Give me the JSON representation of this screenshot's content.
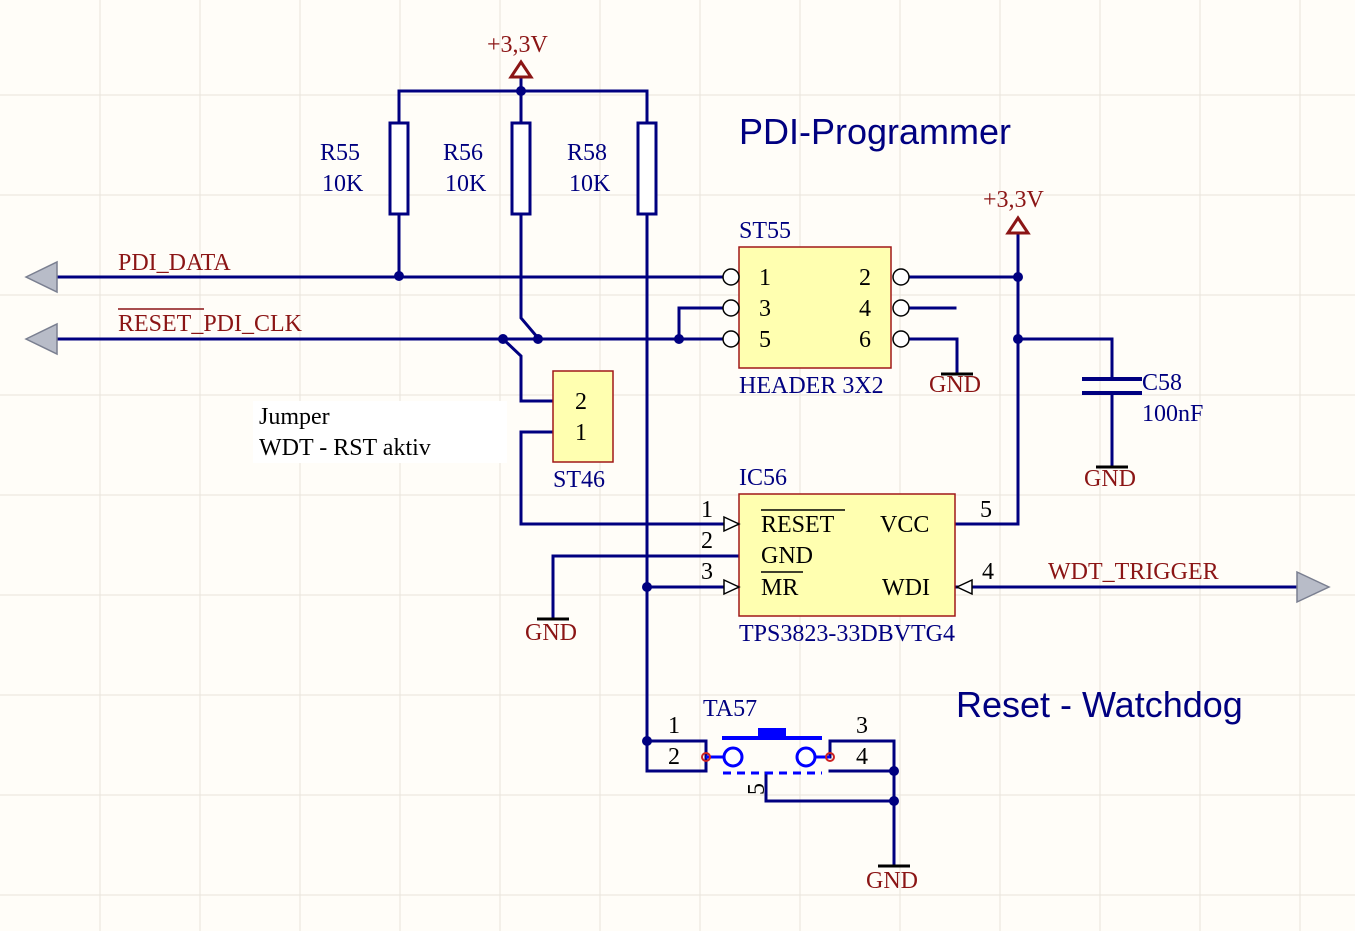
{
  "sections": {
    "programmer_title": "PDI-Programmer",
    "watchdog_title": "Reset - Watchdog"
  },
  "power": {
    "rail_top": "+3,3V",
    "rail_right": "+3,3V",
    "gnd": "GND"
  },
  "nets": {
    "pdi_data": "PDI_DATA",
    "reset_pdi_clk": "RESET_PDI_CLK",
    "wdt_trigger": "WDT_TRIGGER"
  },
  "resistors": [
    {
      "ref": "R55",
      "value": "10K"
    },
    {
      "ref": "R56",
      "value": "10K"
    },
    {
      "ref": "R58",
      "value": "10K"
    }
  ],
  "header": {
    "ref": "ST55",
    "value": "HEADER 3X2",
    "pins": [
      "1",
      "2",
      "3",
      "4",
      "5",
      "6"
    ]
  },
  "jumper": {
    "ref": "ST46",
    "pins": [
      "2",
      "1"
    ],
    "note_line1": "Jumper",
    "note_line2": "WDT - RST aktiv"
  },
  "capacitor": {
    "ref": "C58",
    "value": "100nF"
  },
  "ic": {
    "ref": "IC56",
    "value": "TPS3823-33DBVTG4",
    "pin_reset": "RESET",
    "pin_gnd": "GND",
    "pin_mr": "MR",
    "pin_vcc": "VCC",
    "pin_wdi": "WDI",
    "num1": "1",
    "num2": "2",
    "num3": "3",
    "num4": "4",
    "num5": "5"
  },
  "button": {
    "ref": "TA57",
    "pins": [
      "1",
      "2",
      "3",
      "4",
      "5"
    ]
  },
  "colors": {
    "wire": "#000080",
    "designator": "#000080",
    "net_label": "#8b1515",
    "component_fill": "#ffffb0",
    "background": "#fffdf8"
  }
}
